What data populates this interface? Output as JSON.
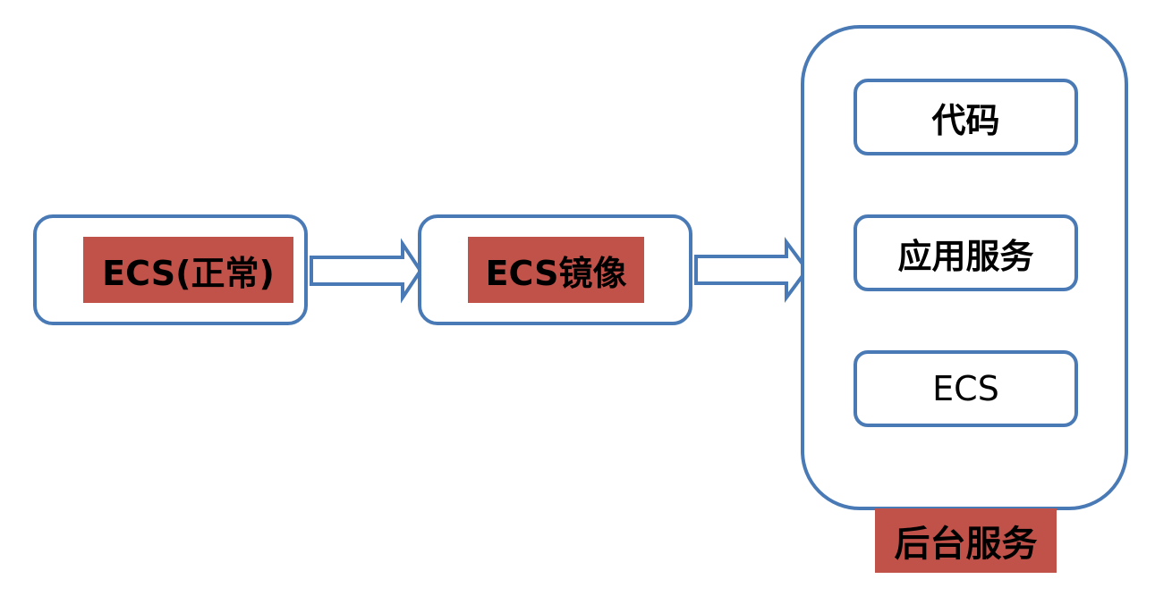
{
  "colors": {
    "border": "#4a7ab5",
    "highlight": "#c0524a",
    "text": "#000000",
    "background": "#ffffff"
  },
  "nodes": {
    "source": {
      "label": "ECS(正常)",
      "highlighted": true
    },
    "image": {
      "label": "ECS镜像",
      "highlighted": true
    },
    "backend": {
      "caption": "后台服务",
      "items": [
        {
          "label": "代码"
        },
        {
          "label": "应用服务"
        },
        {
          "label": "ECS"
        }
      ]
    }
  },
  "edges": [
    {
      "from": "source",
      "to": "image",
      "style": "block-arrow"
    },
    {
      "from": "image",
      "to": "backend",
      "style": "block-arrow"
    }
  ]
}
